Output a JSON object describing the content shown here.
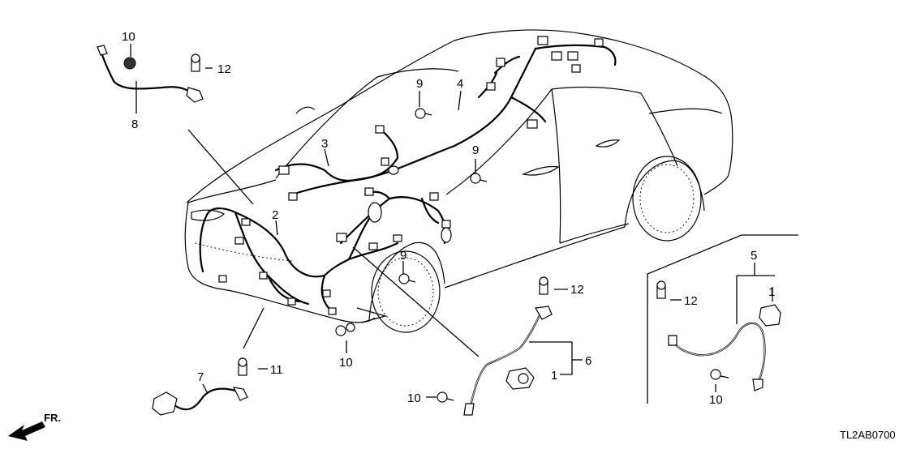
{
  "diagram": {
    "code": "TL2AB0700",
    "direction": "FR.",
    "callouts": {
      "c10_top": "10",
      "c12_top": "12",
      "c8": "8",
      "c9_top": "9",
      "c4": "4",
      "c3": "3",
      "c9_mid": "9",
      "c2": "2",
      "c9_low": "9",
      "c12_mid": "12",
      "c10_mid": "10",
      "c11": "11",
      "c7": "7",
      "c6": "6",
      "c1_mid": "1",
      "c10_bottom": "10",
      "c5": "5",
      "c1_right": "1",
      "c12_right": "12",
      "c10_right": "10"
    }
  }
}
